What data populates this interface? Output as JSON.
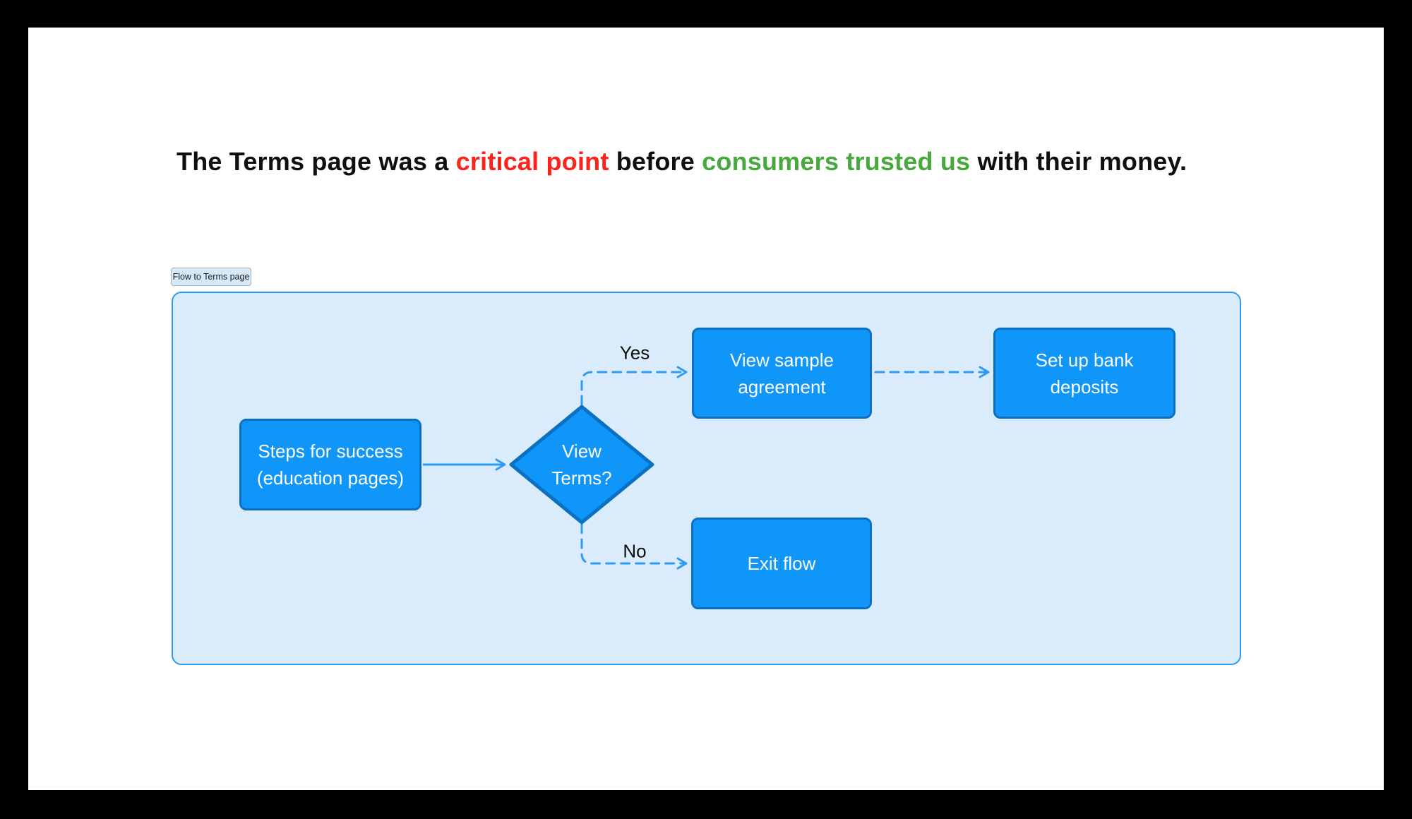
{
  "heading": {
    "segments": [
      {
        "text": "The Terms page was a ",
        "color": "#0f0f0f"
      },
      {
        "text": "critical point",
        "color": "#fa241c"
      },
      {
        "text": " before ",
        "color": "#0f0f0f"
      },
      {
        "text": "consumers trusted us",
        "color": "#47a83c"
      },
      {
        "text": " with their money.",
        "color": "#0f0f0f"
      }
    ]
  },
  "diagram": {
    "frame_label": "Flow to Terms page",
    "nodes": {
      "start": {
        "label": "Steps for success (education pages)",
        "shape": "rectangle"
      },
      "decision": {
        "label": "View Terms?",
        "shape": "diamond"
      },
      "view_sample": {
        "label": "View sample agreement",
        "shape": "rectangle"
      },
      "bank_deposits": {
        "label": "Set up bank deposits",
        "shape": "rectangle"
      },
      "exit": {
        "label": "Exit flow",
        "shape": "rectangle"
      }
    },
    "edges": [
      {
        "from": "start",
        "to": "decision",
        "label": "",
        "style": "solid"
      },
      {
        "from": "decision",
        "to": "view_sample",
        "label": "Yes",
        "style": "dashed"
      },
      {
        "from": "view_sample",
        "to": "bank_deposits",
        "label": "",
        "style": "dashed"
      },
      {
        "from": "decision",
        "to": "exit",
        "label": "No",
        "style": "dashed"
      }
    ],
    "edge_labels": {
      "yes": "Yes",
      "no": "No"
    },
    "colors": {
      "node_fill": "#1096f8",
      "node_border": "#0b6fc2",
      "node_text": "#ffffff",
      "arrow": "#2f9bf0",
      "canvas_fill": "#daecfb",
      "canvas_border": "#2f9bf0",
      "chip_fill": "#d6e9f8",
      "chip_border": "#a4b2bd",
      "page_background": "#ffffff",
      "surround": "#000000"
    }
  }
}
